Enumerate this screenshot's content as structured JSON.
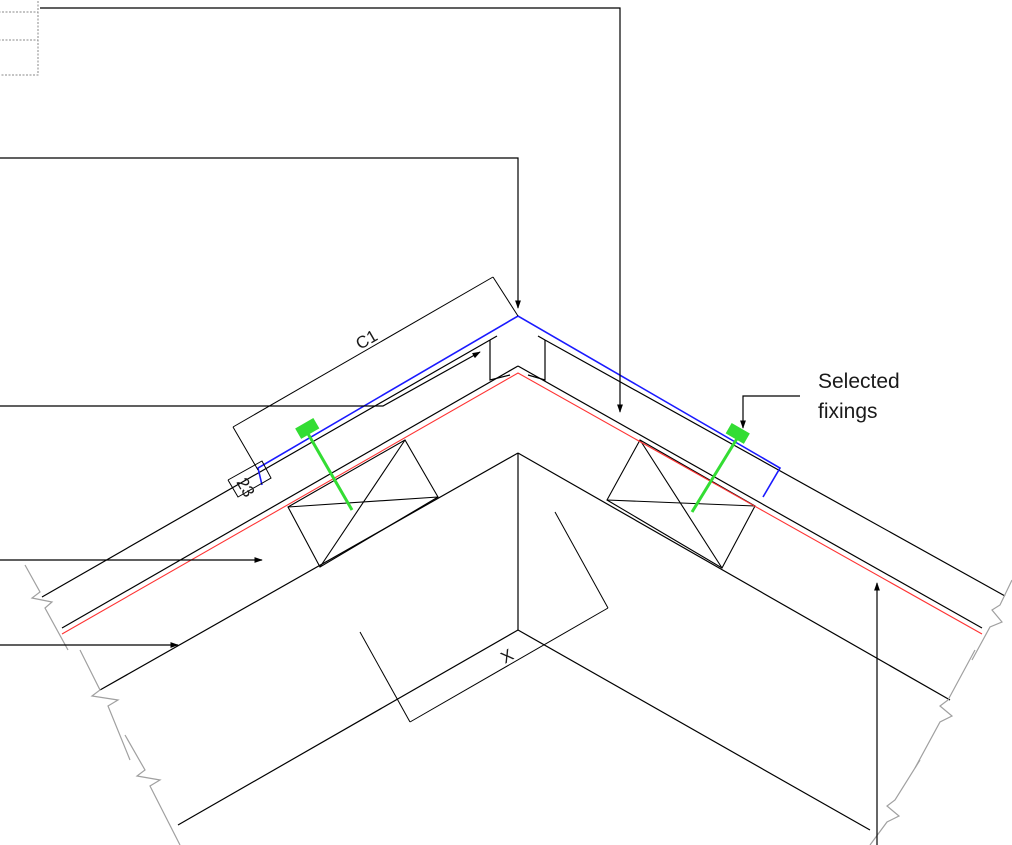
{
  "annotation": {
    "line1": "Selected",
    "line2": "fixings"
  },
  "dimensions": {
    "c1": "C1",
    "h23": "23",
    "x": "X"
  },
  "colors": {
    "line": "#000000",
    "flashing": "#1a1aff",
    "membrane": "#ff3333",
    "fixing": "#33dd33",
    "break_mark": "#a0a0a0",
    "table_grid": "#888888"
  }
}
